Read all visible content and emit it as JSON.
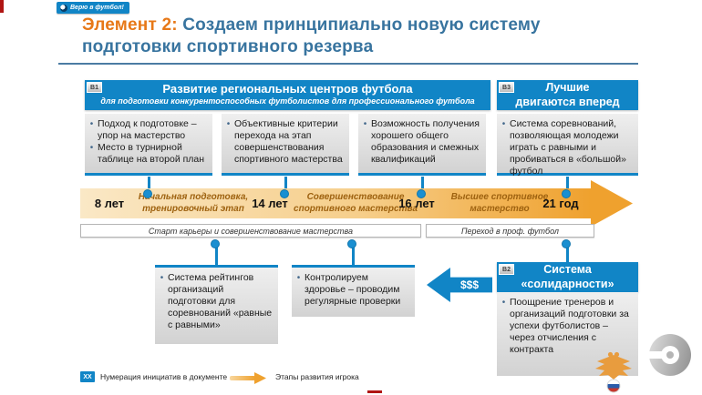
{
  "badge": {
    "label": "Верю в футбол!"
  },
  "title": {
    "prefix": "Элемент 2:",
    "main": "Создаем принципиально новую систему подготовки спортивного резерва"
  },
  "b1": {
    "tag": "B1",
    "title": "Развитие региональных центров футбола",
    "subtitle": "для подготовки конкурентоспособных футболистов для профессионального футбола"
  },
  "b3": {
    "tag": "B3",
    "title_line1": "Лучшие",
    "title_line2": "двигаются вперед",
    "bullet": "Система соревнований, позволяющая молодежи играть с равными и пробиваться в «большой» футбол"
  },
  "b2": {
    "tag": "B2",
    "title_line1": "Система",
    "title_line2": "«солидарности»",
    "bullet": "Поощрение тренеров и организаций подготовки за успехи футболистов – через отчисления с контракта"
  },
  "top_boxes": [
    {
      "bullets": [
        "Подход к подготовке – упор на мастерство",
        "Место в турнирной таблице на второй план"
      ]
    },
    {
      "bullets": [
        "Объективные критерии перехода на этап совершенствования спортивного мастерства"
      ]
    },
    {
      "bullets": [
        "Возможность получения хорошего общего образования и смежных квалификаций"
      ]
    }
  ],
  "timeline": {
    "ages": [
      "8 лет",
      "14 лет",
      "16 лет",
      "21 год"
    ],
    "stages": [
      "Начальная подготовка, тренировочный этап",
      "Совершенствование спортивного мастерства",
      "Высшее спортивное мастерство"
    ],
    "phase_labels": [
      "Старт карьеры и совершенствование мастерства",
      "Переход в проф. футбол"
    ]
  },
  "bottom_boxes": [
    {
      "bullets": [
        "Система рейтингов организаций подготовки для соревнований «равные с равными»"
      ]
    },
    {
      "bullets": [
        "Контролируем здоровье – проводим регулярные проверки"
      ]
    }
  ],
  "money_arrow": {
    "label": "$$$"
  },
  "legend": {
    "numbering_tag": "XX",
    "numbering_label": "Нумерация инициатив в документе",
    "stages_label": "Этапы развития игрока"
  },
  "colors": {
    "accent_blue": "#1185C6",
    "title_orange": "#E77817",
    "title_blue": "#38749F",
    "arrow_light": "#FAE8C6",
    "arrow_dark": "#EFA12E",
    "stage_text": "#9E6210",
    "red_mark": "#B01513"
  }
}
